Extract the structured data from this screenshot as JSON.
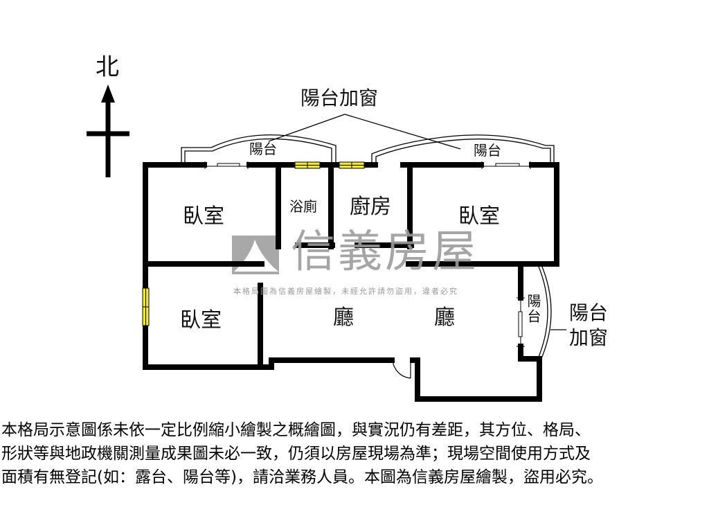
{
  "compass": {
    "label": "北"
  },
  "annotations": {
    "top_enclosed_balcony": "陽台加窗",
    "right_enclosed_balcony_line1": "陽台",
    "right_enclosed_balcony_line2": "加窗"
  },
  "rooms": {
    "balcony_top_left": "陽台",
    "balcony_top_right": "陽台",
    "balcony_right": "陽台",
    "bedroom_top_left": "臥室",
    "bathroom": "浴廁",
    "kitchen": "廚房",
    "bedroom_top_right": "臥室",
    "bedroom_bottom_left": "臥室",
    "living_room_left": "廳",
    "living_room_right": "廳"
  },
  "watermark": {
    "brand": "信義房屋",
    "notice": "本格局圖為信義房屋繪製，未經允許請勿盜用，違者必究"
  },
  "disclaimer": {
    "line1": "本格局示意圖係未依一定比例縮小繪製之概繪圖，與實況仍有差距，其方位、格局、",
    "line2": "形狀等與地政機關測量成果圖未必一致，仍須以房屋現場為準；現場空間使用方式及",
    "line3": "面積有無登記(如：露台、陽台等)，請洽業務人員。本圖為信義房屋繪製，盜用必究。"
  },
  "colors": {
    "wall": "#000000",
    "window": "#f2e63a",
    "watermark": "#9c9c9c"
  }
}
